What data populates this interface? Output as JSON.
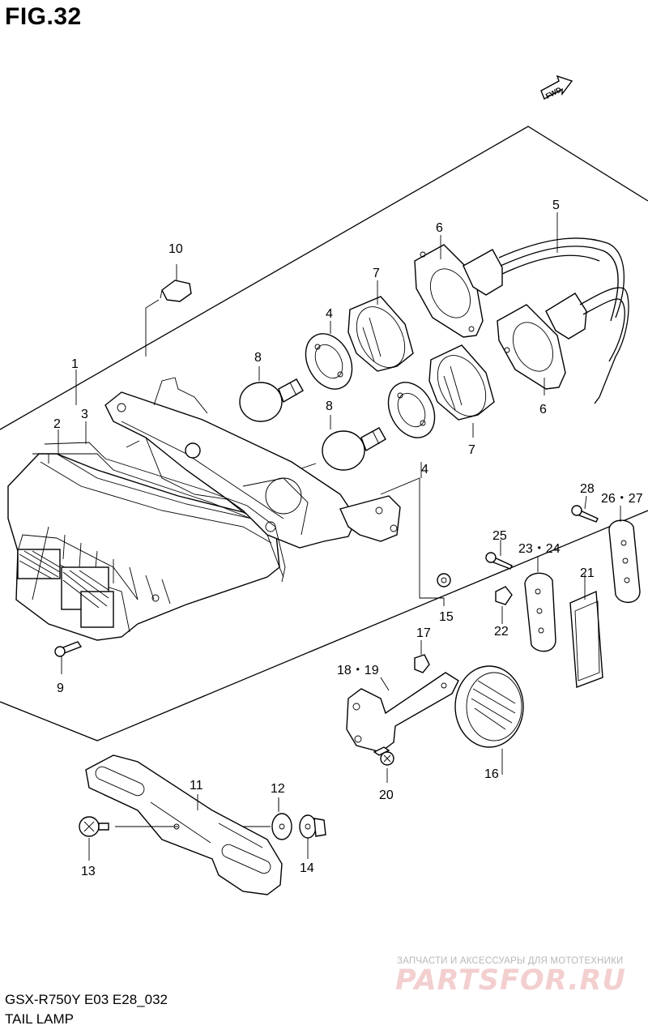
{
  "figure": {
    "title": "FIG.32",
    "model_code": "GSX-R750Y E03 E28_032",
    "name": "TAIL LAMP"
  },
  "direction_badge": "FWD",
  "watermark": {
    "text": "ЗАПЧАСТИ И АКСЕССУАРЫ ДЛЯ МОТОТЕХНИКИ",
    "logo": "PARTSFOR.RU"
  },
  "callouts": {
    "c1": "1",
    "c2": "2",
    "c3": "3",
    "c4a": "4",
    "c4b": "4",
    "c5": "5",
    "c6a": "6",
    "c6b": "6",
    "c7a": "7",
    "c7b": "7",
    "c8a": "8",
    "c8b": "8",
    "c9": "9",
    "c10": "10",
    "c11": "11",
    "c12": "12",
    "c13": "13",
    "c14": "14",
    "c15": "15",
    "c16": "16",
    "c17": "17",
    "c1819": "18・19",
    "c20": "20",
    "c21": "21",
    "c22": "22",
    "c2324": "23・24",
    "c25": "25",
    "c2627": "26・27",
    "c28": "28"
  }
}
